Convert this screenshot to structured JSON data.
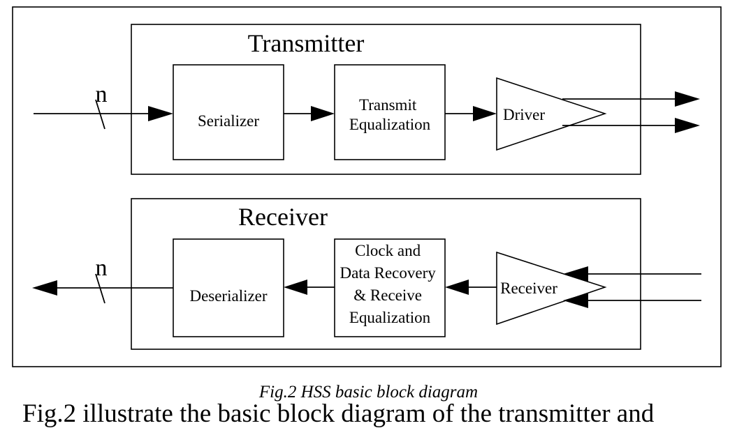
{
  "diagram": {
    "transmitter": {
      "title": "Transmitter",
      "serializer": "Serializer",
      "equalization": [
        "Transmit",
        "Equalization"
      ],
      "driver": "Driver"
    },
    "receiver": {
      "title": "Receiver",
      "deserializer": "Deserializer",
      "cdr": [
        "Clock and",
        "Data Recovery",
        "& Receive",
        "Equalization"
      ],
      "receiver_amp": "Receiver"
    },
    "bus_width_tx": "n",
    "bus_width_rx": "n"
  },
  "caption": "Fig.2 HSS basic block diagram",
  "body_text": "Fig.2 illustrate the basic block diagram of the transmitter and"
}
